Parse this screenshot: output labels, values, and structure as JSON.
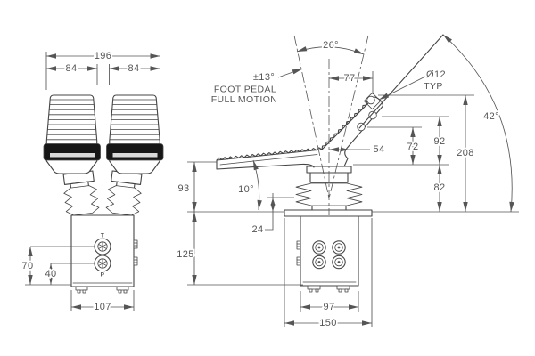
{
  "drawing": {
    "front_view": {
      "overall_width": "196",
      "pedal_width_left": "84",
      "pedal_width_right": "84",
      "port_t_height": "70",
      "port_p_height": "40",
      "body_width": "107",
      "port_top_label": "T",
      "port_bottom_label": "P"
    },
    "side_view": {
      "full_motion_angle": "26°",
      "half_motion_angle": "±13°",
      "motion_note_line1": "FOOT PEDAL",
      "motion_note_line2": "FULL MOTION",
      "pivot_offset": "77",
      "hole_diameter": "Ø12",
      "hole_qualifier": "TYP",
      "max_raise_angle": "42°",
      "dim_54": "54",
      "dim_72": "72",
      "dim_92": "92",
      "dim_208": "208",
      "dim_82": "82",
      "dim_93": "93",
      "rest_angle": "10°",
      "dim_125": "125",
      "dim_24": "24",
      "body_depth": "97",
      "base_width": "150"
    },
    "colors": {
      "line": "#454545",
      "dim": "#555555",
      "band": "#161616",
      "background": "#ffffff"
    }
  }
}
